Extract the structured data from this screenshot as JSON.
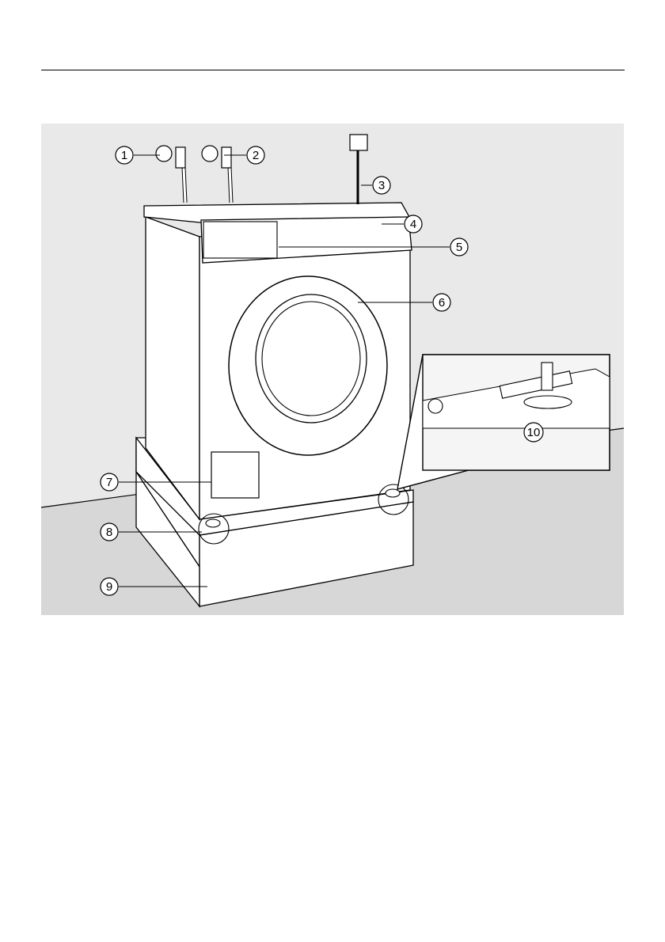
{
  "figure": {
    "callouts": [
      "1",
      "2",
      "3",
      "4",
      "5",
      "6",
      "7",
      "8",
      "9",
      "10"
    ],
    "colors": {
      "wall": "#e9e9e9",
      "floor": "#d7d7d7",
      "machine": "#ffffff",
      "line": "#000000"
    }
  }
}
